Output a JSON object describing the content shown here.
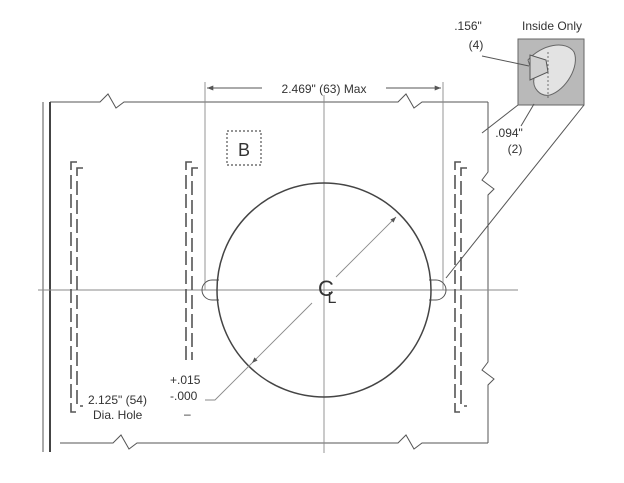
{
  "labels": {
    "width_dim": "2.469\" (63) Max",
    "b_mark": "B",
    "centerline_c": "C",
    "centerline_l": "L",
    "hole_dim": "2.125\" (54)",
    "hole_desc": "Dia. Hole",
    "tol_plus": "+.015",
    "tol_minus": "-.000",
    "tol_dash": "–",
    "inset_title": "Inside Only",
    "inset_dim1": ".156\"",
    "inset_dim1_mm": "(4)",
    "inset_dim2": ".094\"",
    "inset_dim2_mm": "(2)"
  },
  "colors": {
    "line": "#555555",
    "inset_fill": "#b9b9b9",
    "inset_shape": "#e3e3e3"
  }
}
